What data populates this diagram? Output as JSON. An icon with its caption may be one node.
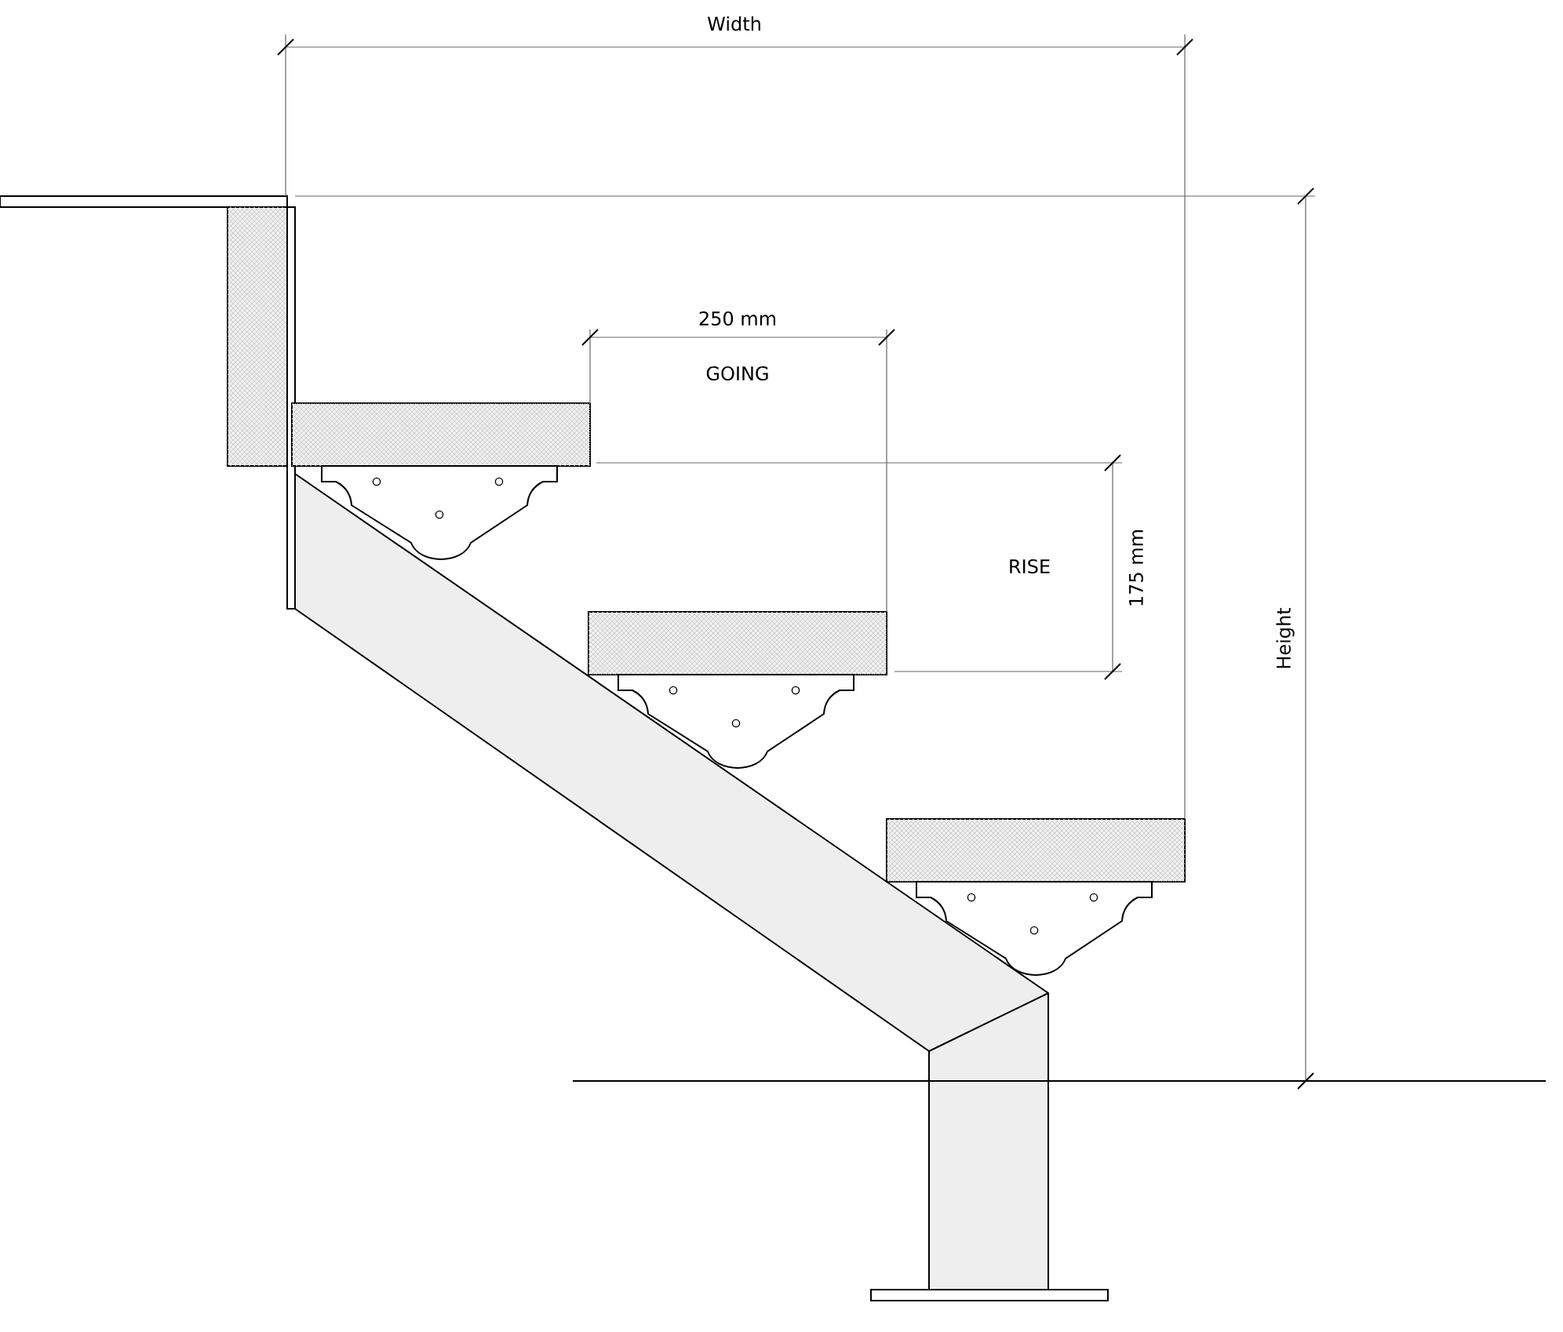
{
  "diagram": {
    "labels": [
      "Width",
      "250 mm",
      "GOING",
      "RISE",
      "175 mm",
      "Height"
    ]
  }
}
